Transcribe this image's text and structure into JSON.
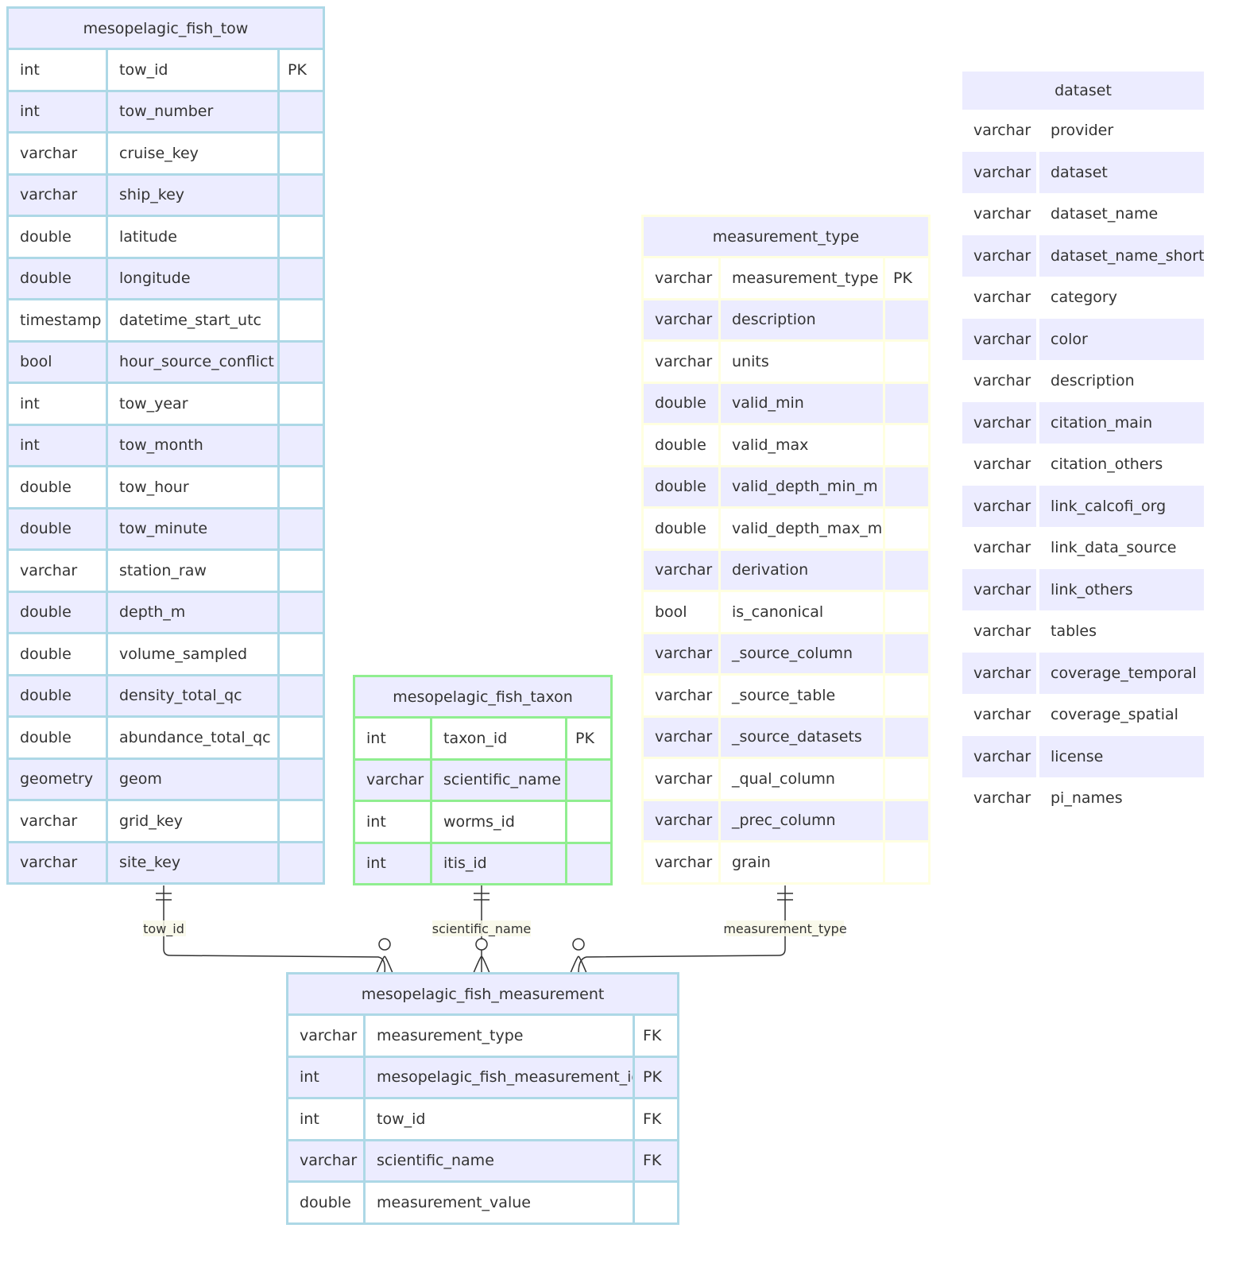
{
  "colors": {
    "tow_border": "#add8e6",
    "taxon_border": "#90ee90",
    "measurement_type_border": "#ffffe0",
    "measurement_border": "#add8e6",
    "row_alt": "#ececff",
    "label_bg": "#f8f8e8"
  },
  "entities": {
    "mesopelagic_fish_tow": {
      "name": "mesopelagic_fish_tow",
      "attributes": [
        {
          "type": "int",
          "name": "tow_id",
          "key": "PK"
        },
        {
          "type": "int",
          "name": "tow_number",
          "key": ""
        },
        {
          "type": "varchar",
          "name": "cruise_key",
          "key": ""
        },
        {
          "type": "varchar",
          "name": "ship_key",
          "key": ""
        },
        {
          "type": "double",
          "name": "latitude",
          "key": ""
        },
        {
          "type": "double",
          "name": "longitude",
          "key": ""
        },
        {
          "type": "timestamp",
          "name": "datetime_start_utc",
          "key": ""
        },
        {
          "type": "bool",
          "name": "hour_source_conflict",
          "key": ""
        },
        {
          "type": "int",
          "name": "tow_year",
          "key": ""
        },
        {
          "type": "int",
          "name": "tow_month",
          "key": ""
        },
        {
          "type": "double",
          "name": "tow_hour",
          "key": ""
        },
        {
          "type": "double",
          "name": "tow_minute",
          "key": ""
        },
        {
          "type": "varchar",
          "name": "station_raw",
          "key": ""
        },
        {
          "type": "double",
          "name": "depth_m",
          "key": ""
        },
        {
          "type": "double",
          "name": "volume_sampled",
          "key": ""
        },
        {
          "type": "double",
          "name": "density_total_qc",
          "key": ""
        },
        {
          "type": "double",
          "name": "abundance_total_qc",
          "key": ""
        },
        {
          "type": "geometry",
          "name": "geom",
          "key": ""
        },
        {
          "type": "varchar",
          "name": "grid_key",
          "key": ""
        },
        {
          "type": "varchar",
          "name": "site_key",
          "key": ""
        }
      ]
    },
    "mesopelagic_fish_taxon": {
      "name": "mesopelagic_fish_taxon",
      "attributes": [
        {
          "type": "int",
          "name": "taxon_id",
          "key": "PK"
        },
        {
          "type": "varchar",
          "name": "scientific_name",
          "key": ""
        },
        {
          "type": "int",
          "name": "worms_id",
          "key": ""
        },
        {
          "type": "int",
          "name": "itis_id",
          "key": ""
        }
      ]
    },
    "measurement_type": {
      "name": "measurement_type",
      "attributes": [
        {
          "type": "varchar",
          "name": "measurement_type",
          "key": "PK"
        },
        {
          "type": "varchar",
          "name": "description",
          "key": ""
        },
        {
          "type": "varchar",
          "name": "units",
          "key": ""
        },
        {
          "type": "double",
          "name": "valid_min",
          "key": ""
        },
        {
          "type": "double",
          "name": "valid_max",
          "key": ""
        },
        {
          "type": "double",
          "name": "valid_depth_min_m",
          "key": ""
        },
        {
          "type": "double",
          "name": "valid_depth_max_m",
          "key": ""
        },
        {
          "type": "varchar",
          "name": "derivation",
          "key": ""
        },
        {
          "type": "bool",
          "name": "is_canonical",
          "key": ""
        },
        {
          "type": "varchar",
          "name": "_source_column",
          "key": ""
        },
        {
          "type": "varchar",
          "name": "_source_table",
          "key": ""
        },
        {
          "type": "varchar",
          "name": "_source_datasets",
          "key": ""
        },
        {
          "type": "varchar",
          "name": "_qual_column",
          "key": ""
        },
        {
          "type": "varchar",
          "name": "_prec_column",
          "key": ""
        },
        {
          "type": "varchar",
          "name": "grain",
          "key": ""
        }
      ]
    },
    "dataset": {
      "name": "dataset",
      "attributes": [
        {
          "type": "varchar",
          "name": "provider"
        },
        {
          "type": "varchar",
          "name": "dataset"
        },
        {
          "type": "varchar",
          "name": "dataset_name"
        },
        {
          "type": "varchar",
          "name": "dataset_name_short"
        },
        {
          "type": "varchar",
          "name": "category"
        },
        {
          "type": "varchar",
          "name": "color"
        },
        {
          "type": "varchar",
          "name": "description"
        },
        {
          "type": "varchar",
          "name": "citation_main"
        },
        {
          "type": "varchar",
          "name": "citation_others"
        },
        {
          "type": "varchar",
          "name": "link_calcofi_org"
        },
        {
          "type": "varchar",
          "name": "link_data_source"
        },
        {
          "type": "varchar",
          "name": "link_others"
        },
        {
          "type": "varchar",
          "name": "tables"
        },
        {
          "type": "varchar",
          "name": "coverage_temporal"
        },
        {
          "type": "varchar",
          "name": "coverage_spatial"
        },
        {
          "type": "varchar",
          "name": "license"
        },
        {
          "type": "varchar",
          "name": "pi_names"
        }
      ]
    },
    "mesopelagic_fish_measurement": {
      "name": "mesopelagic_fish_measurement",
      "attributes": [
        {
          "type": "varchar",
          "name": "measurement_type",
          "key": "FK"
        },
        {
          "type": "int",
          "name": "mesopelagic_fish_measurement_id",
          "key": "PK"
        },
        {
          "type": "int",
          "name": "tow_id",
          "key": "FK"
        },
        {
          "type": "varchar",
          "name": "scientific_name",
          "key": "FK"
        },
        {
          "type": "double",
          "name": "measurement_value",
          "key": ""
        }
      ]
    }
  },
  "relationships": [
    {
      "from": "mesopelagic_fish_tow",
      "to": "mesopelagic_fish_measurement",
      "label": "tow_id",
      "from_cardinality": "exactly-one",
      "to_cardinality": "zero-or-many"
    },
    {
      "from": "mesopelagic_fish_taxon",
      "to": "mesopelagic_fish_measurement",
      "label": "scientific_name",
      "from_cardinality": "exactly-one",
      "to_cardinality": "zero-or-many"
    },
    {
      "from": "measurement_type",
      "to": "mesopelagic_fish_measurement",
      "label": "measurement_type",
      "from_cardinality": "exactly-one",
      "to_cardinality": "zero-or-many"
    }
  ]
}
